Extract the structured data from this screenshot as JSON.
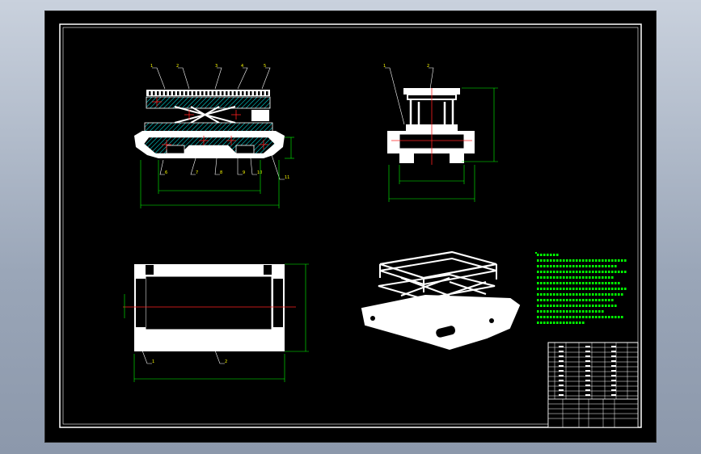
{
  "drawing": {
    "title": "",
    "sheet_frame": "A3 drawing sheet with title block",
    "colors": {
      "background": "#000000",
      "outline": "#ffffff",
      "dimension": "#00ff00",
      "centerline": "#ff0000",
      "hatch": "#00ffff",
      "balloon": "#ffff00",
      "notes": "#00ff00",
      "page_bg": "#a9b3c2"
    },
    "views": [
      {
        "name": "front-section-view",
        "balloons": [
          "1",
          "2",
          "3",
          "4",
          "5",
          "6",
          "7",
          "8",
          "9",
          "10",
          "11"
        ]
      },
      {
        "name": "side-view",
        "balloons": [
          "1",
          "2"
        ]
      },
      {
        "name": "top-view",
        "balloons": [
          "1",
          "2"
        ]
      },
      {
        "name": "isometric-view",
        "balloons": []
      }
    ],
    "notes_title": "",
    "notes_lines": [],
    "title_block": {
      "drawing_name": "",
      "drawing_number": ""
    }
  }
}
